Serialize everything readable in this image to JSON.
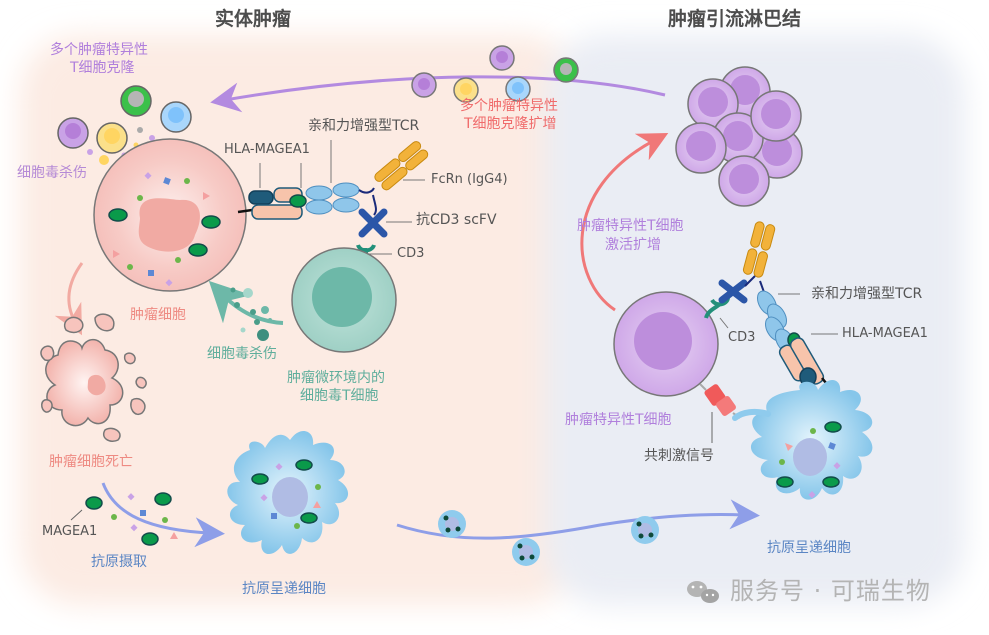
{
  "panels": {
    "left_title": "实体肿瘤",
    "right_title": "肿瘤引流淋巴结"
  },
  "labels": {
    "multi_clone": [
      "多个肿瘤特异性",
      "T细胞克隆"
    ],
    "cytotoxic_kill_top": "细胞毒杀伤",
    "hla_left": "HLA-MAGEA1",
    "tcr_left": "亲和力增强型TCR",
    "fcrn": "FcRn (IgG4)",
    "anti_cd3": "抗CD3 scFV",
    "cd3_left": "CD3",
    "tumor_cell": "肿瘤细胞",
    "cytotoxic_kill_teal": "细胞毒杀伤",
    "tme_tcell": [
      "肿瘤微环境内的",
      "细胞毒T细胞"
    ],
    "tumor_death": "肿瘤细胞死亡",
    "magea1": "MAGEA1",
    "antigen_uptake": "抗原摄取",
    "apc_left": "抗原呈递细胞",
    "clone_expansion": [
      "多个肿瘤特异性",
      "T细胞克隆扩增"
    ],
    "activation": [
      "肿瘤特异性T细胞",
      "激活扩增"
    ],
    "tcr_right": "亲和力增强型TCR",
    "cd3_right": "CD3",
    "hla_right": "HLA-MAGEA1",
    "specific_tcell": "肿瘤特异性T细胞",
    "costim": "共刺激信号",
    "apc_right": "抗原呈递细胞"
  },
  "watermark": {
    "icon": "wechat-icon",
    "text": "服务号 · 可瑞生物"
  },
  "colors": {
    "left_bg": "#fcece4",
    "right_bg": "#eceef4",
    "purple_arrow": "#b38ae0",
    "red_arrow": "#f07878",
    "blue_arrow": "#8e9ee8",
    "teal": "#6db8a8",
    "tumor_pink": "#f4bcb6",
    "tcell_purple": "#c79be2",
    "apc_blue": "#8fcbed",
    "antigen_green": "#0a9a4a"
  }
}
